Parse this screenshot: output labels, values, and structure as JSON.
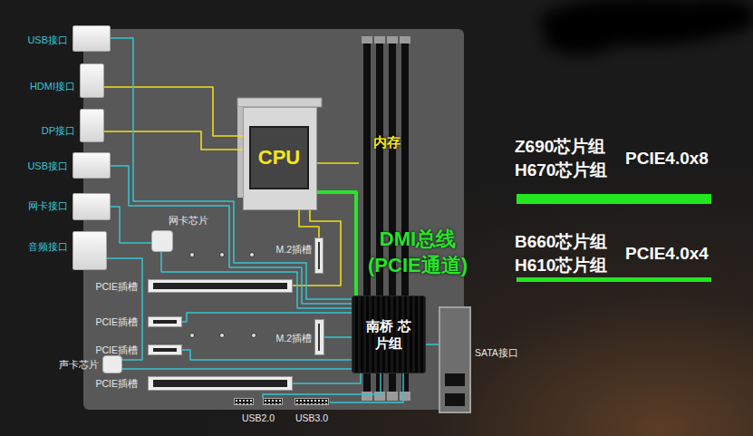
{
  "diagram": {
    "nodes": [
      {
        "text": [
          "USB接口"
        ]
      },
      {
        "text": [
          "HDMI接口"
        ]
      },
      {
        "text": [
          "DP接口"
        ]
      },
      {
        "text": [
          "CPU"
        ]
      },
      {
        "text": [
          "内存"
        ]
      },
      {
        "text": [
          "USB接口"
        ]
      },
      {
        "text": [
          "网卡接口"
        ]
      },
      {
        "text": [
          "网卡芯片"
        ]
      },
      {
        "text": [
          "音频接口"
        ]
      },
      {
        "text": [
          "M.2插槽"
        ]
      },
      {
        "text": [
          "PCIE插槽"
        ]
      },
      {
        "text": [
          "PCIE插槽"
        ]
      },
      {
        "text": [
          "南桥 芯片组"
        ]
      },
      {
        "text": [
          "M.2插槽"
        ]
      },
      {
        "text": [
          "SATA接口"
        ]
      },
      {
        "text": [
          "PCIE插槽"
        ]
      },
      {
        "text": [
          "声卡芯片"
        ]
      },
      {
        "text": [
          "PCIE插槽"
        ]
      },
      {
        "text": [
          "USB2.0"
        ]
      },
      {
        "text": [
          "USB3.0"
        ]
      }
    ],
    "edges": [
      {
        "from": 1,
        "to": 3,
        "arrow": "none"
      },
      {
        "from": 2,
        "to": 3,
        "arrow": "none"
      },
      {
        "from": 3,
        "to": 4,
        "arrow": "none"
      },
      {
        "from": 3,
        "to": 9,
        "arrow": "none"
      },
      {
        "from": 3,
        "to": 10,
        "arrow": "none"
      },
      {
        "from": 3,
        "to": 12,
        "label": "DMI总线 (PCIE通道)",
        "arrow": "none"
      },
      {
        "from": 0,
        "to": 12,
        "arrow": "none"
      },
      {
        "from": 5,
        "to": 12,
        "arrow": "none"
      },
      {
        "from": 6,
        "to": 7,
        "arrow": "none"
      },
      {
        "from": 7,
        "to": 12,
        "arrow": "none"
      },
      {
        "from": 8,
        "to": 16,
        "arrow": "none"
      },
      {
        "from": 16,
        "to": 12,
        "arrow": "none"
      },
      {
        "from": 12,
        "to": 11,
        "arrow": "none"
      },
      {
        "from": 12,
        "to": 13,
        "arrow": "none"
      },
      {
        "from": 12,
        "to": 15,
        "arrow": "none"
      },
      {
        "from": 12,
        "to": 17,
        "arrow": "none"
      },
      {
        "from": 12,
        "to": 18,
        "arrow": "none"
      },
      {
        "from": 12,
        "to": 19,
        "arrow": "none"
      },
      {
        "from": 12,
        "to": 14,
        "arrow": "none"
      }
    ],
    "labels": [
      "Z690芯片组",
      "H670芯片组",
      "PCIE4.0x8",
      "B660芯片组",
      "H610芯片组",
      "PCIE4.0x4"
    ]
  }
}
